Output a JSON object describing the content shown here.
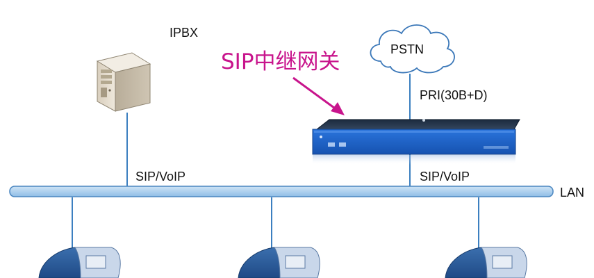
{
  "labels": {
    "ipbx": "IPBX",
    "pstn": "PSTN",
    "gateway": "SIP中继网关",
    "pri": "PRI(30B+D)",
    "sip_voip_left": "SIP/VoIP",
    "sip_voip_right": "SIP/VoIP",
    "lan": "LAN"
  },
  "colors": {
    "bus": "#9fc8ea",
    "bus_stroke": "#4a86c0",
    "link": "#3c7fc0",
    "callout": "#c8148c",
    "gateway_body": "#1f63c8",
    "cloud_stroke": "#3a77b8"
  },
  "icons": {
    "server": "server-tower-icon",
    "cloud": "cloud-icon",
    "gateway": "rack-gateway-icon",
    "phone": "desk-phone-icon"
  }
}
